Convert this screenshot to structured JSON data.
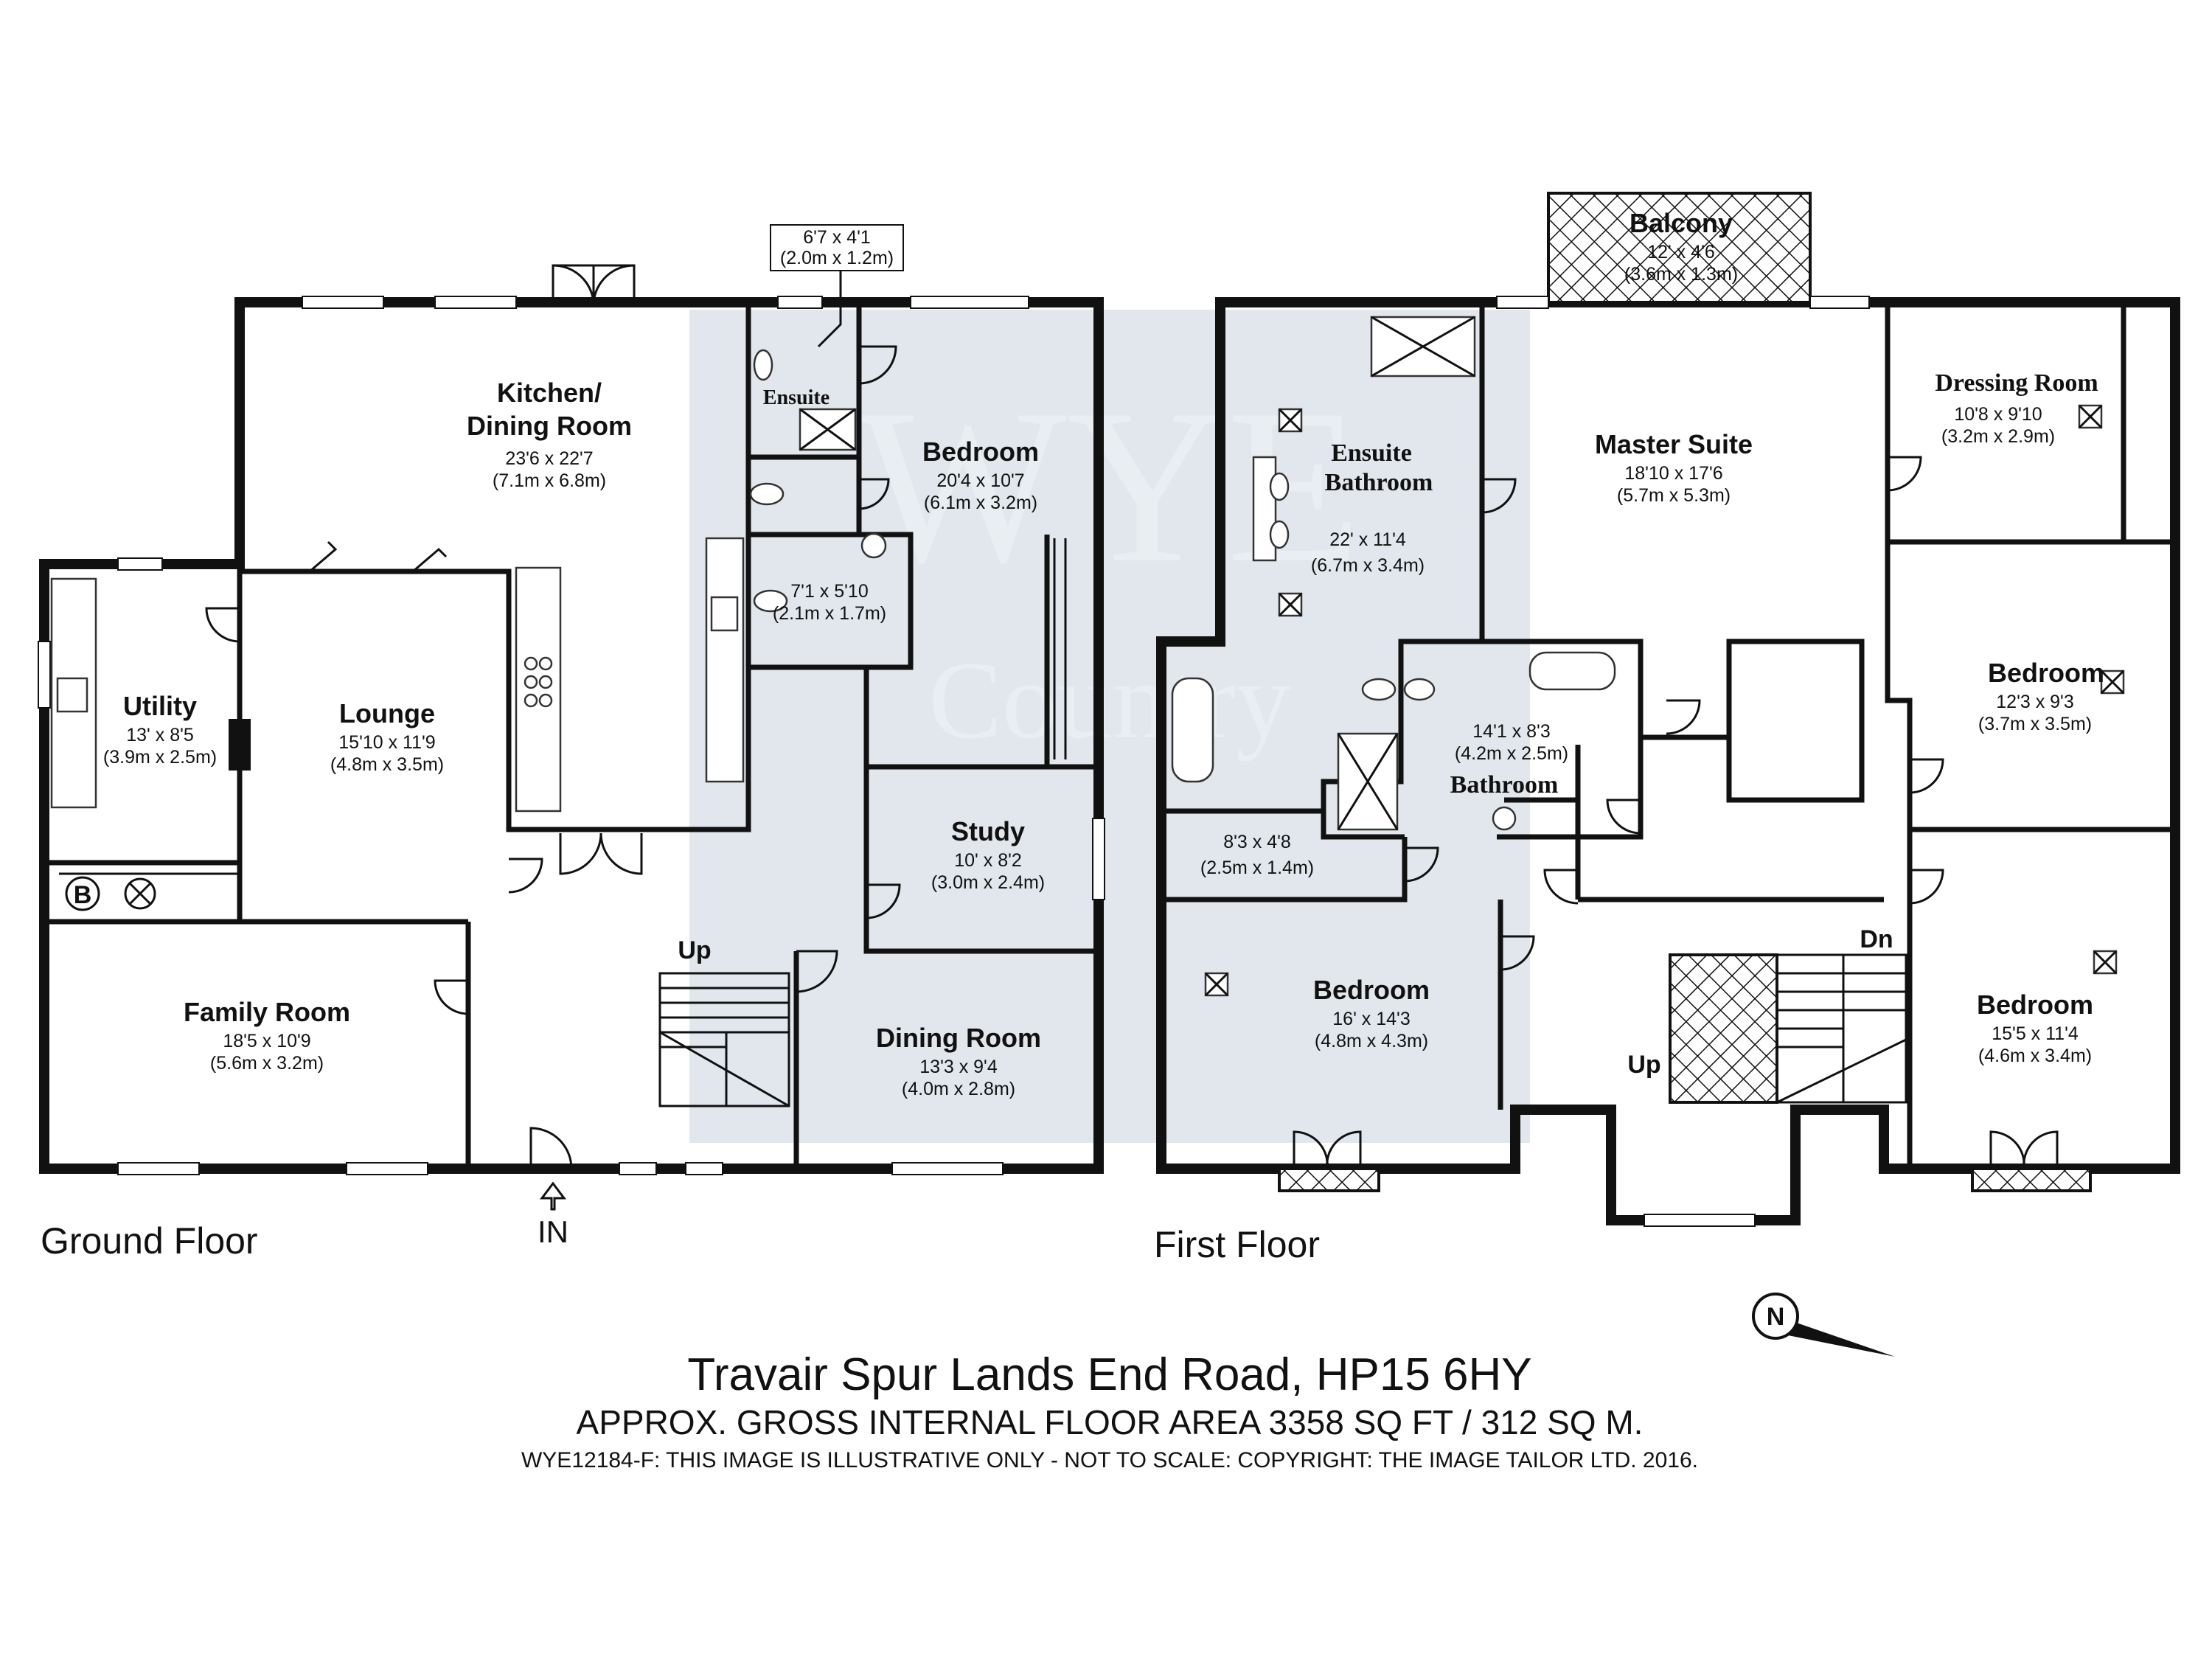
{
  "ground_floor": {
    "label": "Ground Floor",
    "entrance_label": "IN",
    "stairs_label": "Up",
    "rooms": [
      {
        "id": "kitchen",
        "name_lines": [
          "Kitchen/",
          "Dining Room"
        ],
        "imperial": "23'6 x 22'7",
        "metric": "(7.1m x 6.8m)"
      },
      {
        "id": "ensuite",
        "name_lines": [
          "Ensuite"
        ],
        "imperial": "",
        "metric": ""
      },
      {
        "id": "bedroom",
        "name_lines": [
          "Bedroom"
        ],
        "imperial": "20'4 x 10'7",
        "metric": "(6.1m x 3.2m)"
      },
      {
        "id": "wc",
        "name_lines": [],
        "imperial": "7'1 x 5'10",
        "metric": "(2.1m x 1.7m)"
      },
      {
        "id": "utility",
        "name_lines": [
          "Utility"
        ],
        "imperial": "13' x 8'5",
        "metric": "(3.9m x 2.5m)"
      },
      {
        "id": "lounge",
        "name_lines": [
          "Lounge"
        ],
        "imperial": "15'10 x 11'9",
        "metric": "(4.8m x 3.5m)"
      },
      {
        "id": "study",
        "name_lines": [
          "Study"
        ],
        "imperial": "10' x 8'2",
        "metric": "(3.0m x 2.4m)"
      },
      {
        "id": "family",
        "name_lines": [
          "Family Room"
        ],
        "imperial": "18'5 x 10'9",
        "metric": "(5.6m x 3.2m)"
      },
      {
        "id": "dining",
        "name_lines": [
          "Dining Room"
        ],
        "imperial": "13'3 x 9'4",
        "metric": "(4.0m x 2.8m)"
      }
    ],
    "callout": {
      "imperial": "6'7 x 4'1",
      "metric": "(2.0m x 1.2m)"
    },
    "boiler_label": "B"
  },
  "first_floor": {
    "label": "First Floor",
    "stairs_up_label": "Up",
    "stairs_down_label": "Dn",
    "rooms": [
      {
        "id": "balcony",
        "name_lines": [
          "Balcony"
        ],
        "imperial": "12' x 4'6",
        "metric": "(3.6m x 1.3m)"
      },
      {
        "id": "ensuite_bath",
        "name_lines": [
          "Ensuite",
          "Bathroom"
        ],
        "imperial": "22' x 11'4",
        "metric": "(6.7m x 3.4m)"
      },
      {
        "id": "master",
        "name_lines": [
          "Master Suite"
        ],
        "imperial": "18'10 x 17'6",
        "metric": "(5.7m x 5.3m)"
      },
      {
        "id": "dressing",
        "name_lines": [
          "Dressing Room"
        ],
        "imperial": "10'8 x 9'10",
        "metric": "(3.2m x 2.9m)"
      },
      {
        "id": "bathroom",
        "name_lines": [
          "Bathroom"
        ],
        "imperial": "14'1 x 8'3",
        "metric": "(4.2m x 2.5m)"
      },
      {
        "id": "bedroom_r1",
        "name_lines": [
          "Bedroom"
        ],
        "imperial": "12'3 x 9'3",
        "metric": "(3.7m x 3.5m)"
      },
      {
        "id": "store",
        "name_lines": [],
        "imperial": "8'3 x 4'8",
        "metric": "(2.5m x 1.4m)"
      },
      {
        "id": "bedroom_l",
        "name_lines": [
          "Bedroom"
        ],
        "imperial": "16' x 14'3",
        "metric": "(4.8m x 4.3m)"
      },
      {
        "id": "bedroom_r2",
        "name_lines": [
          "Bedroom"
        ],
        "imperial": "15'5 x 11'4",
        "metric": "(4.6m x 3.4m)"
      }
    ]
  },
  "compass_label": "N",
  "footer": {
    "address": "Travair  Spur Lands End Road, HP15 6HY",
    "area": "APPROX. GROSS INTERNAL FLOOR AREA 3358 SQ FT / 312 SQ M.",
    "copyright": "WYE12184-F: THIS IMAGE IS ILLUSTRATIVE ONLY - NOT TO SCALE: COPYRIGHT: THE IMAGE TAILOR LTD. 2016."
  },
  "watermark": {
    "line1": "WYE",
    "line2": "Country"
  },
  "colors": {
    "walls": "#111111",
    "watermark": "#c9d4dc",
    "background": "#ffffff"
  }
}
